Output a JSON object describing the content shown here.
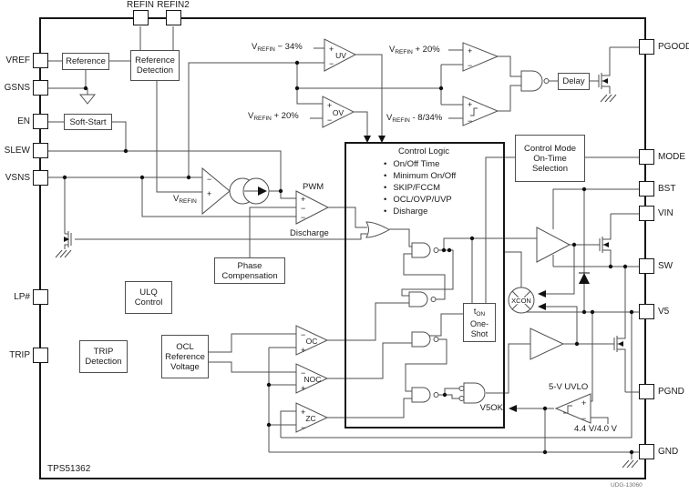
{
  "title": {
    "chip": "TPS51362",
    "figure": "UDG-13060"
  },
  "pins": {
    "top": [
      "REFIN",
      "REFIN2"
    ],
    "left": [
      "VREF",
      "GSNS",
      "EN",
      "SLEW",
      "VSNS",
      "LP#",
      "TRIP"
    ],
    "right": [
      "PGOOD",
      "MODE",
      "BST",
      "VIN",
      "SW",
      "V5",
      "PGND",
      "GND"
    ]
  },
  "blocks": {
    "reference": [
      "Reference"
    ],
    "reference_detection": [
      "Reference",
      "Detection"
    ],
    "soft_start": [
      "Soft-Start"
    ],
    "ulq": [
      "ULQ",
      "Control"
    ],
    "trip_detection": [
      "TRIP",
      "Detection"
    ],
    "ocl_reference": [
      "OCL",
      "Reference",
      "Voltage"
    ],
    "phase_compensation": [
      "Phase",
      "Compensation"
    ],
    "control_mode": [
      "Control Mode",
      "On-Time",
      "Selection"
    ],
    "delay": [
      "Delay"
    ],
    "ton_one_shot": {
      "sym_pre": "t",
      "sym_sub": "ON",
      "line2": "One-",
      "line3": "Shot"
    }
  },
  "control_logic": {
    "title": "Control Logic",
    "bullets": [
      "On/Off Time",
      "Minimum On/Off",
      "SKIP/FCCM",
      "OCL/OVP/UVP",
      "Disharge"
    ]
  },
  "comparators": {
    "uv": "UV",
    "ov": "OV",
    "pwm": "PWM",
    "oc": "OC",
    "noc": "NOC",
    "zc": "ZC"
  },
  "signs": {
    "plus": "+",
    "minus": "−"
  },
  "thresholds": {
    "uv": {
      "pre": "V",
      "sub": "REFIN",
      "post": " − 34%"
    },
    "ov": {
      "pre": "V",
      "sub": "REFIN",
      "post": " + 20%"
    },
    "pgood_upper": {
      "pre": "V",
      "sub": "REFIN",
      "post": " + 20%"
    },
    "pgood_lower": {
      "pre": "V",
      "sub": "REFIN",
      "post": " - 8/34%"
    },
    "vrefin": {
      "pre": "V",
      "sub": "REFIN",
      "post": ""
    }
  },
  "labels": {
    "discharge": "Discharge",
    "v5ok": "V5OK",
    "xcon": "XCON",
    "uvlo": "5-V UVLO",
    "uvlo_threshold": "4.4 V/4.0 V",
    "bullet": "•"
  }
}
